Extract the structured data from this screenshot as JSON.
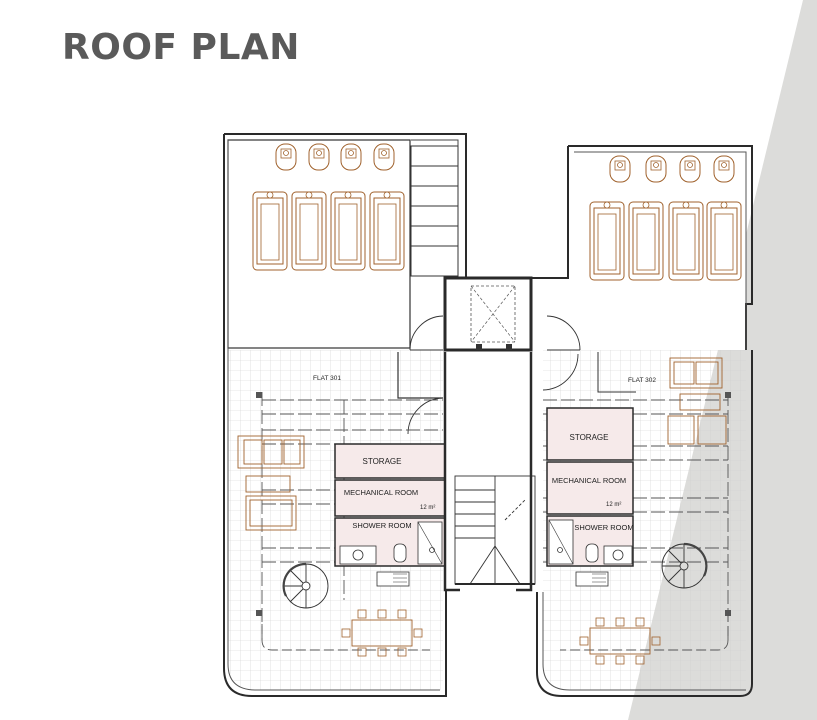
{
  "title": "ROOF PLAN",
  "colors": {
    "title": "#5a5a5a",
    "wedge": "#dcdcda",
    "service_room_fill": "#f6eaea",
    "furniture": "#a0622d",
    "wall": "#2a2a2a",
    "grid": "#c9c9c9"
  },
  "flats": {
    "left": {
      "label": "FLAT 301",
      "storage": "STORAGE",
      "mechanical": "MECHANICAL ROOM",
      "mechanical_area": "12 m²",
      "shower": "SHOWER ROOM"
    },
    "right": {
      "label": "FLAT 302",
      "storage": "STORAGE",
      "mechanical": "MECHANICAL ROOM",
      "mechanical_area": "12 m²",
      "shower": "SHOWER ROOM"
    }
  },
  "icons": [
    "solar-water-heater-icon",
    "stair-icon",
    "lift-shaft-icon",
    "spiral-stair-icon",
    "dining-table-icon",
    "sofa-icon",
    "door-swing-icon"
  ]
}
